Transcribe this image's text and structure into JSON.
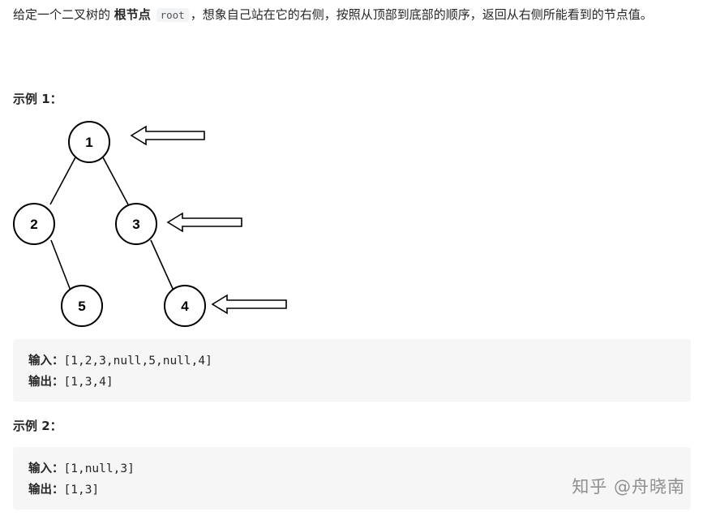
{
  "description": {
    "prefix": "给定一个二叉树的 ",
    "bold": "根节点",
    "code": "root",
    "suffix": "，想象自己站在它的右侧，按照从顶部到底部的顺序，返回从右侧所能看到的节点值。"
  },
  "examples": [
    {
      "title": "示例 1：",
      "tree_nodes": [
        "1",
        "2",
        "3",
        "5",
        "4"
      ],
      "input_label": "输入：",
      "input_value": "[1,2,3,null,5,null,4]",
      "output_label": "输出：",
      "output_value": "[1,3,4]"
    },
    {
      "title": "示例 2：",
      "input_label": "输入：",
      "input_value": "[1,null,3]",
      "output_label": "输出：",
      "output_value": "[1,3]"
    }
  ],
  "watermark": "知乎 @舟晓南"
}
